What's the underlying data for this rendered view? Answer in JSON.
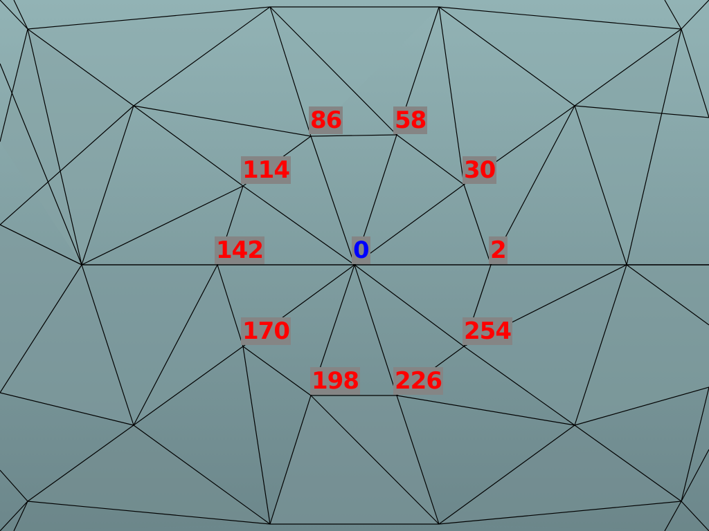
{
  "colors": {
    "background_top": "#92b3b5",
    "background_bottom": "#6c878b",
    "edge": "#000000",
    "label_bg": "#858585",
    "neighbor_text": "#ff0000",
    "center_text": "#0000ff"
  },
  "center_label": {
    "text": "0",
    "color": "#0000ff"
  },
  "neighbor_labels": [
    {
      "text": "86"
    },
    {
      "text": "58"
    },
    {
      "text": "114"
    },
    {
      "text": "30"
    },
    {
      "text": "142"
    },
    {
      "text": "2"
    },
    {
      "text": "170"
    },
    {
      "text": "254"
    },
    {
      "text": "198"
    },
    {
      "text": "226"
    }
  ]
}
